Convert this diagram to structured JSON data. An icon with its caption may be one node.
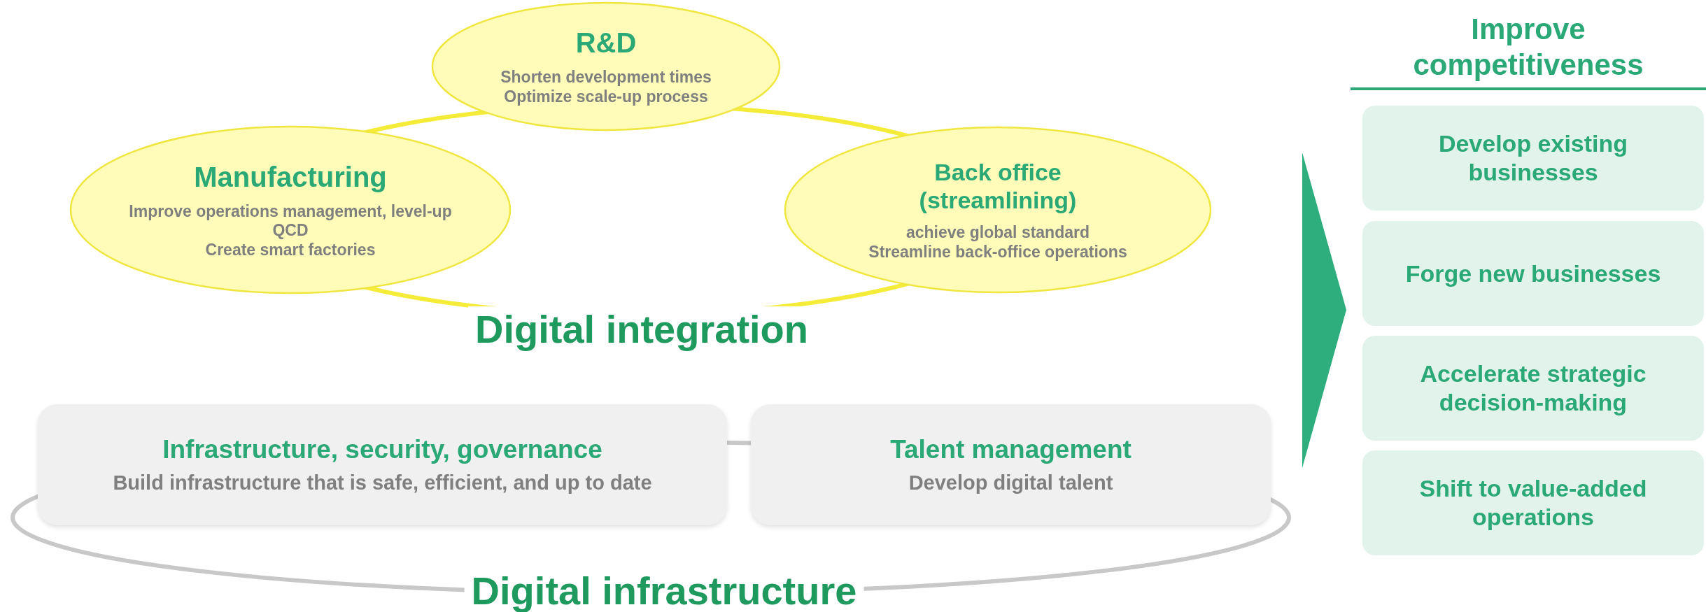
{
  "diagram": {
    "nodes": [
      {
        "text": [
          "R&D",
          "Shorten development times",
          "Optimize scale-up process"
        ]
      },
      {
        "text": [
          "Manufacturing",
          "Improve operations management, level-up QCD",
          "Create smart factories"
        ]
      },
      {
        "text": [
          "Back office (streamlining)",
          "achieve global standard",
          "Streamline back-office operations"
        ]
      },
      {
        "text": [
          "Infrastructure, security, governance",
          "Build infrastructure that is safe, efficient, and up to date"
        ]
      },
      {
        "text": [
          "Talent management",
          "Develop digital talent"
        ]
      },
      {
        "text": [
          "Improve competitiveness"
        ]
      },
      {
        "text": [
          "Develop existing businesses"
        ],
        "in": 5
      },
      {
        "text": [
          "Forge new businesses"
        ],
        "in": 5
      },
      {
        "text": [
          "Accelerate strategic decision-making"
        ],
        "in": 5
      },
      {
        "text": [
          "Shift to value-added operations"
        ],
        "in": 5
      }
    ],
    "edges": [
      {
        "from": null,
        "to": 5,
        "arrow": "to"
      }
    ],
    "labels": [
      "Digital integration",
      "Digital infrastructure"
    ]
  }
}
